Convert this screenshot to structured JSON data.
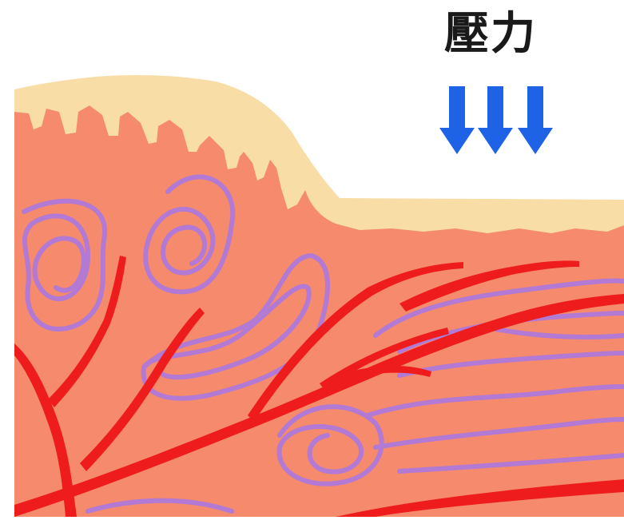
{
  "label": "壓力",
  "colors": {
    "arrow": "#1e63e6",
    "epidermis": "#f8dda6",
    "dermis": "#f58a6c",
    "vessel": "#ee1c1c",
    "fiber": "#b27ad4",
    "background": "#ffffff"
  },
  "arrows": {
    "count": 3,
    "direction": "down",
    "icon": "down-arrow-icon"
  }
}
